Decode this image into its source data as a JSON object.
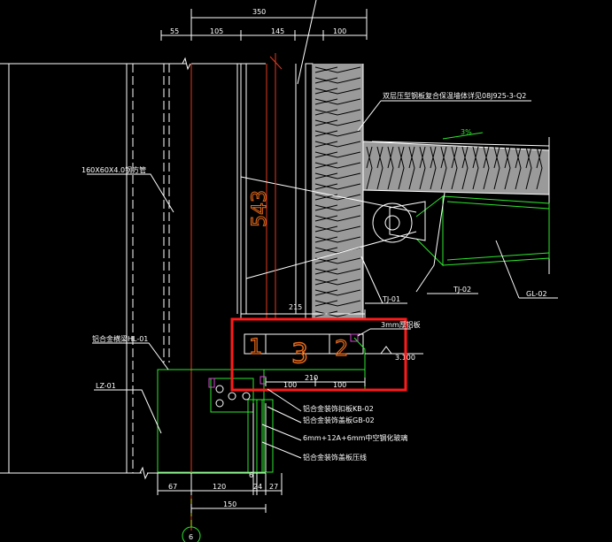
{
  "top_dimensions": {
    "overall": "350",
    "segments": [
      "55",
      "105",
      "145",
      "100"
    ]
  },
  "bottom_dimensions": {
    "segments": [
      "67",
      "120",
      "6",
      "24",
      "27"
    ],
    "overall": "150"
  },
  "middle_dimensions": {
    "width_215": "215",
    "seg_a": "100",
    "seg_b": "100",
    "total_210": "210",
    "height_543": "543"
  },
  "annotations": {
    "steel_tube": "160X60X4.0钢方管",
    "cladding_ref": "双层压型钢板复合保温墙体详见08J925-3-Q2",
    "al_plate": "3mm厚铝板",
    "al_beam": "铝合金横梁HL-01",
    "al_column": "LZ-01",
    "tj01": "TJ-01",
    "tj02": "TJ-02",
    "gl02": "GL-02",
    "slope": "3%",
    "elevation": "3.100",
    "kb02": "铝合金装饰扣板KB-02",
    "gb02": "铝合金装饰盖板GB-02",
    "glass": "6mm+12A+6mm中空钢化玻璃",
    "edge_strip": "铝合金装饰盖板压线"
  },
  "overlay_marks": {
    "mark1": "1",
    "mark3": "3",
    "mark2": "2"
  },
  "axis": {
    "label": "6"
  },
  "colors": {
    "background": "#000000",
    "lines": "#ffffff",
    "gray": "#9a9a9a",
    "red": "#e03a20",
    "green": "#2ee62e",
    "yellow": "#d8d800",
    "orange": "#e86a1a",
    "overlay_red": "#ff1a1a"
  }
}
